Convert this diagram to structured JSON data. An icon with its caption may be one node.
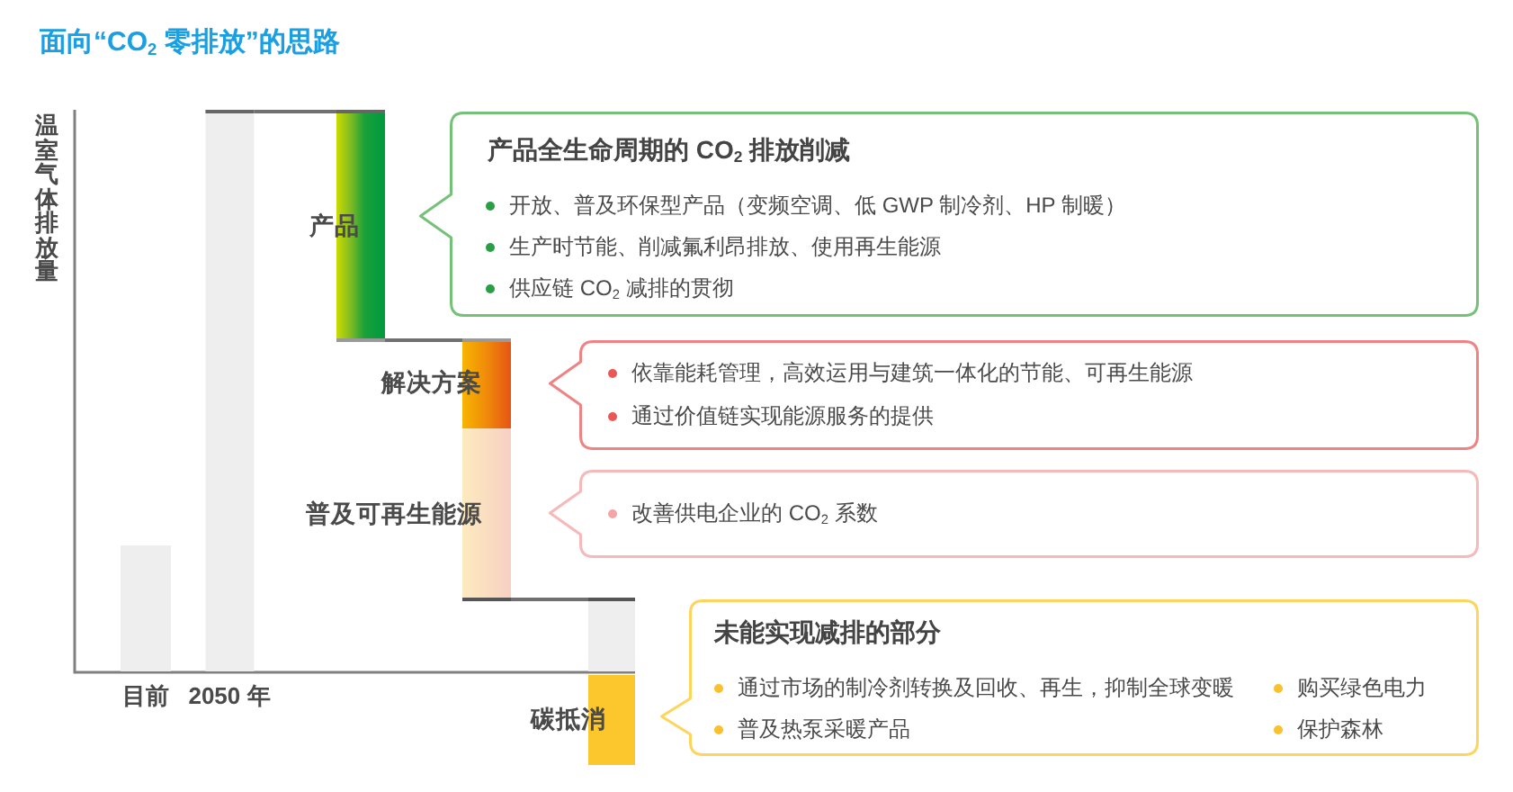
{
  "diagram": {
    "title": "面向“CO$_{2}$ 零排放”的思路",
    "nodes": [
      {
        "text": [
          "目前"
        ]
      },
      {
        "text": [
          "2050 年"
        ]
      },
      {
        "text": [
          "产品"
        ]
      },
      {
        "text": [
          "产品全生命周期的 CO$_{2}$ 排放削减",
          "开放、普及环保型产品（变频空调、低 GWP 制冷剂、HP 制暖）",
          "生产时节能、削减氟利昂排放、使用再生能源",
          "供应链 CO$_{2}$ 减排的贯彻"
        ]
      },
      {
        "text": [
          "解决方案"
        ]
      },
      {
        "text": [
          "依靠能耗管理，高效运用与建筑一体化的节能、可再生能源",
          "通过价值链实现能源服务的提供"
        ]
      },
      {
        "text": [
          "普及可再生能源"
        ]
      },
      {
        "text": [
          "改善供电企业的 CO$_{2}$ 系数"
        ]
      },
      {
        "text": [],
        "shape": "bar"
      },
      {
        "text": [
          "碳抵消"
        ]
      },
      {
        "text": [
          "未能实现减排的部分",
          "通过市场的制冷剂转换及回收、再生，抑制全球变暖",
          "普及热泵采暖产品",
          "购买绿色电力",
          "保护森林"
        ]
      }
    ],
    "edges": [
      {
        "from": 1,
        "to": 2,
        "arrow": "none"
      },
      {
        "from": 2,
        "to": 4,
        "arrow": "none"
      },
      {
        "from": 6,
        "to": 8,
        "arrow": "none"
      }
    ],
    "labels": [
      "温室气体排放量"
    ]
  }
}
